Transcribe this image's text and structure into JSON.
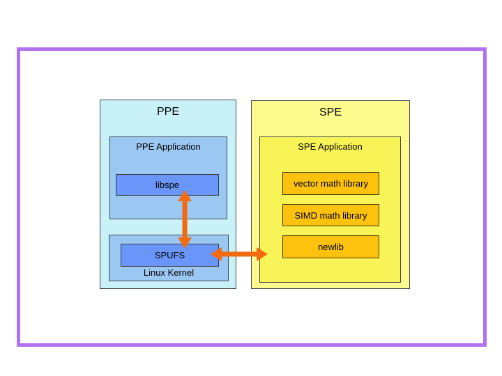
{
  "diagram": {
    "ppe": {
      "title": "PPE",
      "app_label": "PPE Application",
      "libspe_label": "libspe",
      "kernel_label": "Linux Kernel",
      "spufs_label": "SPUFS"
    },
    "spe": {
      "title": "SPE",
      "app_label": "SPE Application",
      "libs": [
        "vector math library",
        "SIMD math library",
        "newlib"
      ]
    },
    "connections": [
      {
        "from": "libspe",
        "to": "SPUFS",
        "style": "double-headed-arrow",
        "orientation": "vertical"
      },
      {
        "from": "SPUFS",
        "to": "SPE Application",
        "style": "double-headed-arrow",
        "orientation": "horizontal"
      }
    ],
    "colors": {
      "frame_purple": "#b172ef",
      "ppe_outer_fill": "#c9f1f8",
      "ppe_inner_fill": "#9bc7f3",
      "ppe_leaf_fill": "#6a96fa",
      "spe_outer_fill": "#fdfb8e",
      "spe_inner_fill": "#f8f356",
      "spe_leaf_fill": "#fcc20d",
      "arrow_orange": "#f26c0f",
      "box_border": "#45454a",
      "background": "#ffffff"
    }
  }
}
